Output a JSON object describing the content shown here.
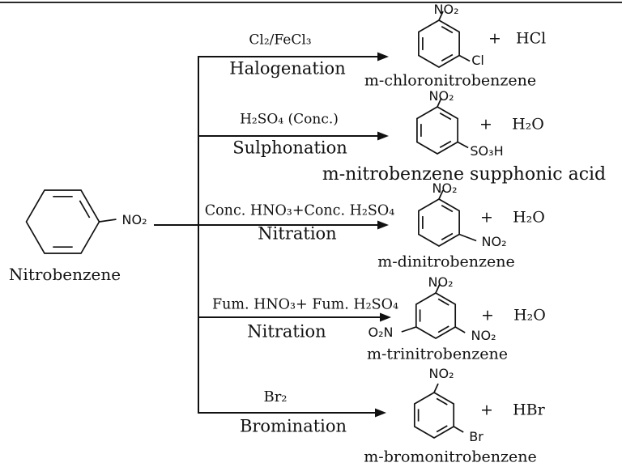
{
  "reactant": {
    "name": "Nitrobenzene",
    "substituent": "NO₂"
  },
  "reactions": [
    {
      "reagents": "Cl₂/FeCl₃",
      "reaction": "Halogenation",
      "byproduct": "+   HCl",
      "product": {
        "top": "NO₂",
        "right": "Cl",
        "name": "m-chloronitrobenzene"
      }
    },
    {
      "reagents": "H₂SO₄ (Conc.)",
      "reaction": "Sulphonation",
      "byproduct": "+    H₂O",
      "product": {
        "top": "NO₂",
        "right": "SO₃H",
        "name": "m-nitrobenzene supphonic acid"
      }
    },
    {
      "reagents": "Conc. HNO₃+Conc. H₂SO₄",
      "reaction": "Nitration",
      "byproduct": "+    H₂O",
      "product": {
        "top": "NO₂",
        "right": "NO₂",
        "name": "m-dinitrobenzene"
      }
    },
    {
      "reagents": "Fum. HNO₃+ Fum. H₂SO₄",
      "reaction": "Nitration",
      "byproduct": "+    H₂O",
      "product": {
        "top": "NO₂",
        "right": "NO₂",
        "left": "O₂N",
        "name": "m-trinitrobenzene"
      }
    },
    {
      "reagents": "Br₂",
      "reaction": "Bromination",
      "byproduct": "+    HBr",
      "product": {
        "top": "NO₂",
        "right": "Br",
        "name": "m-bromonitrobenzene"
      }
    }
  ]
}
